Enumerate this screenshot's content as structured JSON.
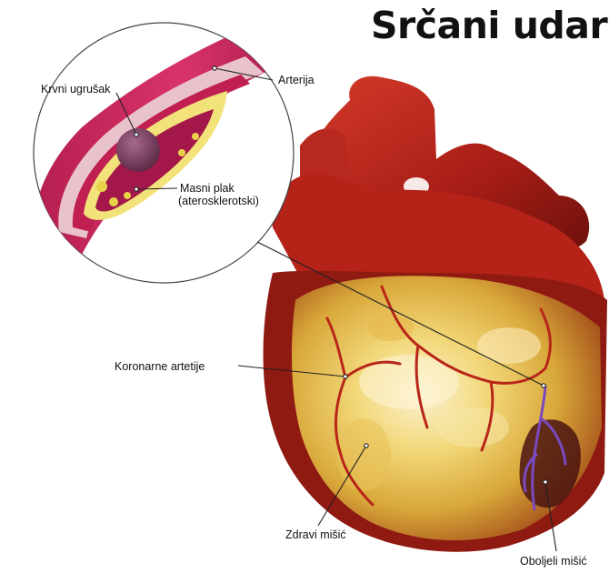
{
  "title": "Srčani udar",
  "labels": {
    "arterija": "Arterija",
    "krvni_ugrusak": "Krvni ugrušak",
    "masni_plak_line1": "Masni plak",
    "masni_plak_line2": "(aterosklerotski)",
    "koronarne_arterije": "Koronarne artetije",
    "zdravi_misic": "Zdravi mišić",
    "oboljeli_misic": "Oboljeli mišić"
  }
}
